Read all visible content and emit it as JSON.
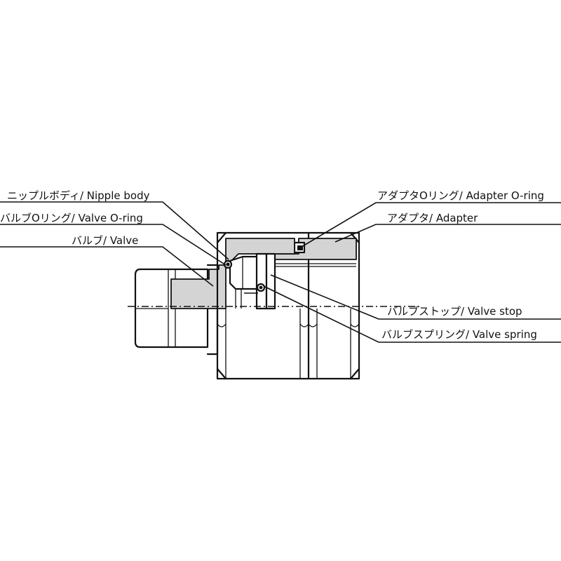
{
  "labels": {
    "nipple_body": "ニップルボディ/ Nipple body",
    "valve_oring": "バルブOリング/ Valve O-ring",
    "valve": "バルブ/ Valve",
    "adapter_oring": "アダプタOリング/ Adapter O-ring",
    "adapter": "アダプタ/ Adapter",
    "valve_stop": "バルブストップ/ Valve stop",
    "valve_spring": "バルブスプリング/ Valve spring"
  },
  "colors": {
    "line": "#111111",
    "section_fill": "#d4d4d4",
    "background": "#ffffff"
  }
}
